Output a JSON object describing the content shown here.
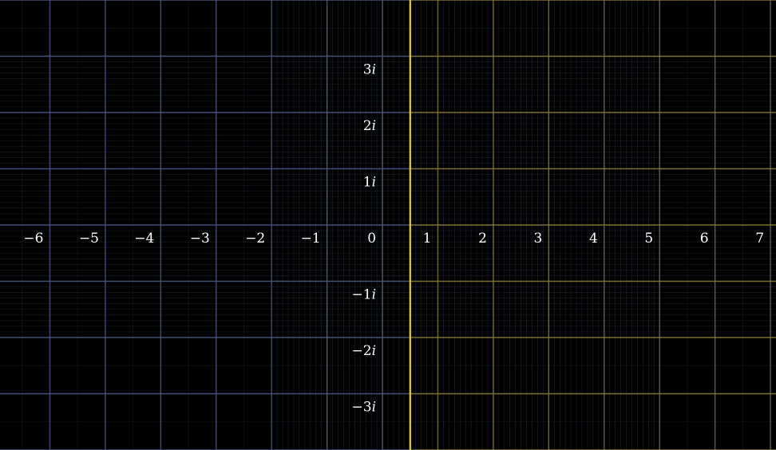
{
  "chart_data": {
    "type": "complex-plane-grid",
    "x_ticks": [
      {
        "value": -6,
        "label": "−6"
      },
      {
        "value": -5,
        "label": "−5"
      },
      {
        "value": -4,
        "label": "−4"
      },
      {
        "value": -3,
        "label": "−3"
      },
      {
        "value": -2,
        "label": "−2"
      },
      {
        "value": -1,
        "label": "−1"
      },
      {
        "value": 0,
        "label": "0"
      },
      {
        "value": 1,
        "label": "1"
      },
      {
        "value": 2,
        "label": "2"
      },
      {
        "value": 3,
        "label": "3"
      },
      {
        "value": 4,
        "label": "4"
      },
      {
        "value": 5,
        "label": "5"
      },
      {
        "value": 6,
        "label": "6"
      },
      {
        "value": 7,
        "label": "7"
      }
    ],
    "y_ticks": [
      {
        "value": 3,
        "num": "3",
        "unit": "i"
      },
      {
        "value": 2,
        "num": "2",
        "unit": "i"
      },
      {
        "value": 1,
        "num": "1",
        "unit": "i"
      },
      {
        "value": -1,
        "num": "−1",
        "unit": "i"
      },
      {
        "value": -2,
        "num": "−2",
        "unit": "i"
      },
      {
        "value": -3,
        "num": "−3",
        "unit": "i"
      }
    ],
    "xlim": [
      -6.9,
      7.1
    ],
    "ylim": [
      -4.0,
      4.0
    ],
    "highlight_line": {
      "orientation": "vertical",
      "x": 0.5,
      "color": "#e8d21c"
    },
    "colors": {
      "background": "#000000",
      "left_grid": "#4a5a86",
      "middle_grid": "#5a6a80",
      "right_grid": "#8c7a3c",
      "far_right_grid": "#7a6a62",
      "minor_grid": "#2a3140",
      "label": "#ffffff"
    }
  }
}
